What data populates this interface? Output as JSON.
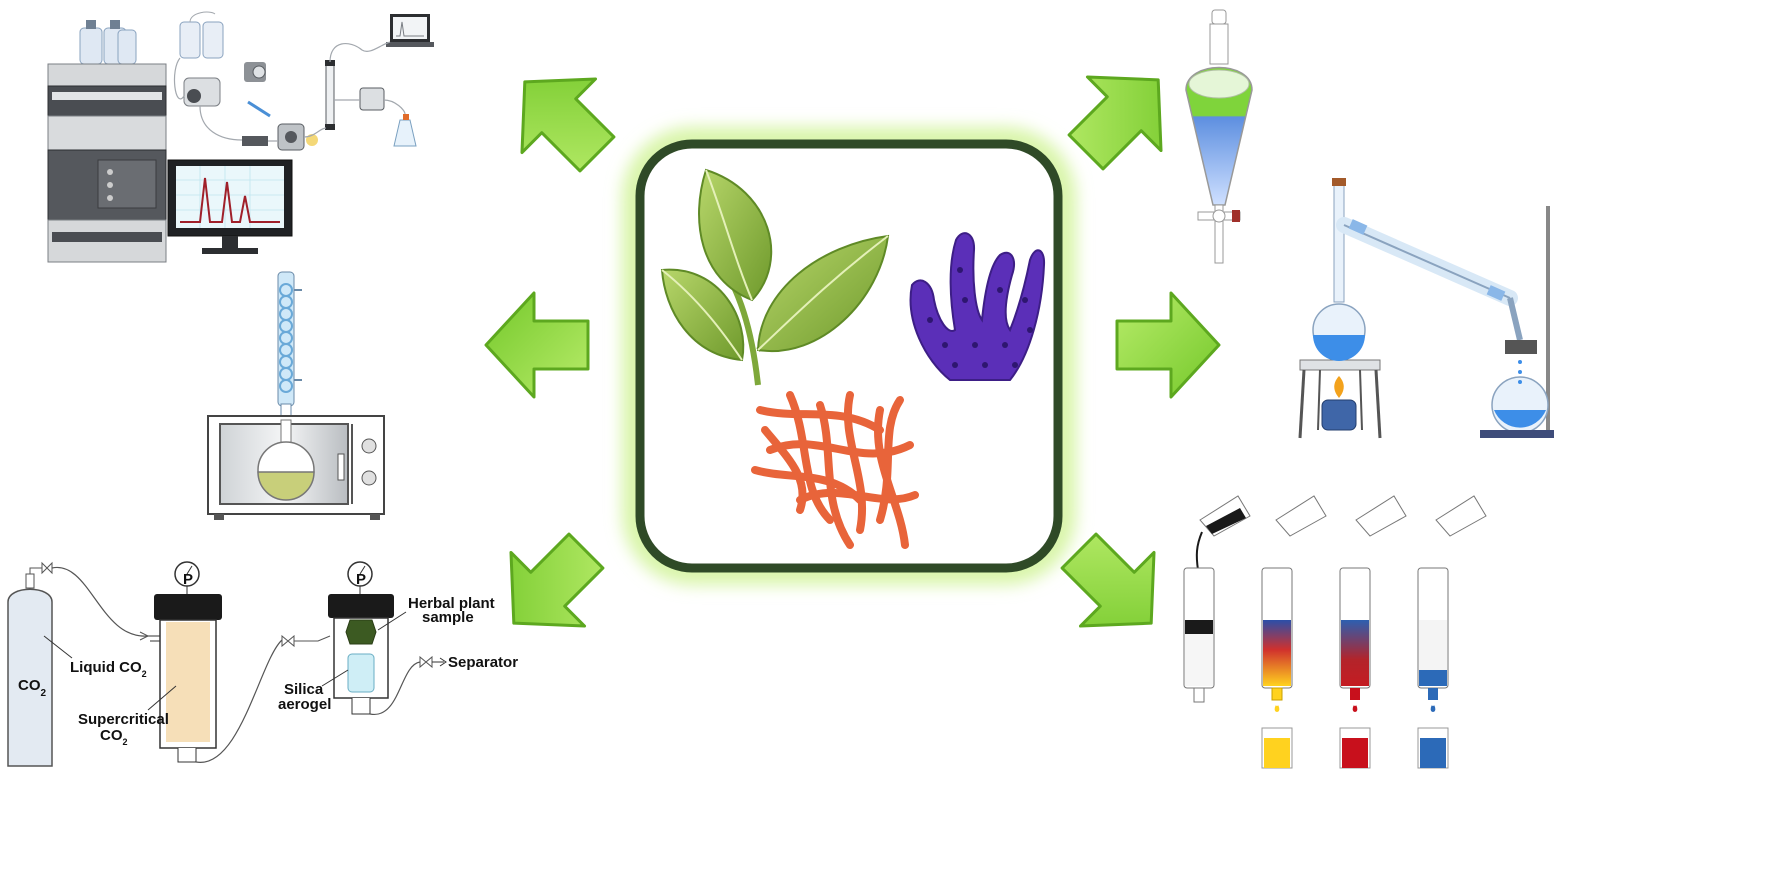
{
  "center_panel": {
    "items": [
      "leaves",
      "purple-seaweed",
      "orange-fungus"
    ],
    "frame_color": "#2f4a27",
    "glow_color": "#d8f5a8"
  },
  "arrows": {
    "color": "#8cd43a",
    "edge_color": "#5da81f",
    "directions": [
      "up-left",
      "left",
      "down-left",
      "up-right",
      "right",
      "down-right"
    ]
  },
  "methods": [
    {
      "id": "hplc",
      "position": "top-left"
    },
    {
      "id": "microwave-assisted-extraction",
      "position": "middle-left"
    },
    {
      "id": "supercritical-fluid-extraction",
      "position": "bottom-left"
    },
    {
      "id": "liquid-liquid-extraction",
      "position": "top-right"
    },
    {
      "id": "distillation",
      "position": "middle-right"
    },
    {
      "id": "column-chromatography",
      "position": "bottom-right"
    }
  ],
  "sfe": {
    "co2_label": "CO",
    "co2_sub": "2",
    "liquid_co2": "Liquid CO",
    "liquid_co2_sub": "2",
    "supercritical_1": "Supercritical",
    "supercritical_2": "CO",
    "supercritical_2_sub": "2",
    "herbal_1": "Herbal plant",
    "herbal_2": "sample",
    "silica_1": "Silica",
    "silica_2": "aerogel",
    "separator": "Separator",
    "gauge_letter": "P"
  },
  "column_colors": [
    "#ffd21f",
    "#c8101c",
    "#2c6ab8"
  ]
}
